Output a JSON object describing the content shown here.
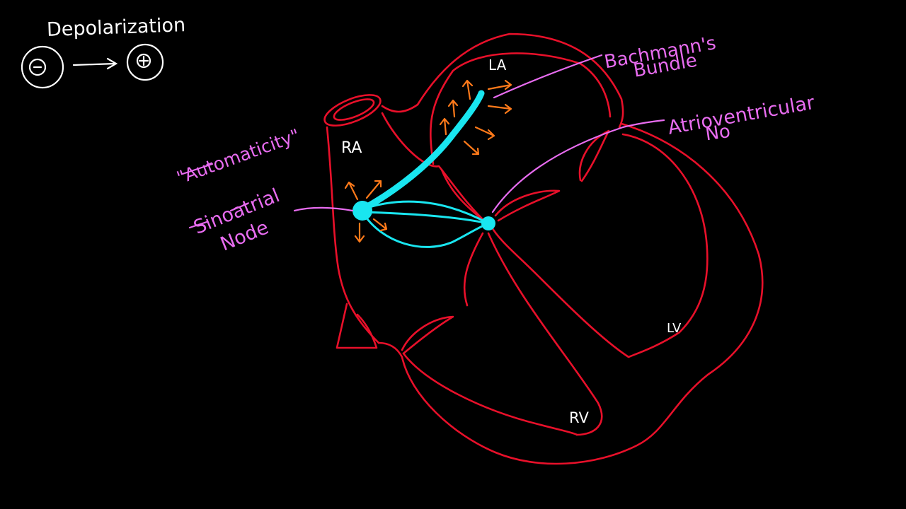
{
  "header": {
    "title": "Depolarization",
    "negative_symbol": "⊖",
    "positive_symbol": "⊕"
  },
  "labels": {
    "ra": "RA",
    "la": "LA",
    "rv": "RV",
    "lv": "LV",
    "automaticity": "\"Automaticity\"",
    "sinoatrial_line1": "Sinoatrial",
    "sinoatrial_line2": "Node",
    "bachmann_line1": "Bachmann's",
    "bachmann_line2": "Bundle",
    "av_line1": "Atrioventricular",
    "av_line2": "No"
  },
  "colors": {
    "background": "#000000",
    "heart_outline": "#e8102a",
    "conduction": "#19e6f0",
    "pointer": "#e86cf0",
    "impulse_arrows": "#ff7a1a",
    "chalk": "#ffffff"
  }
}
